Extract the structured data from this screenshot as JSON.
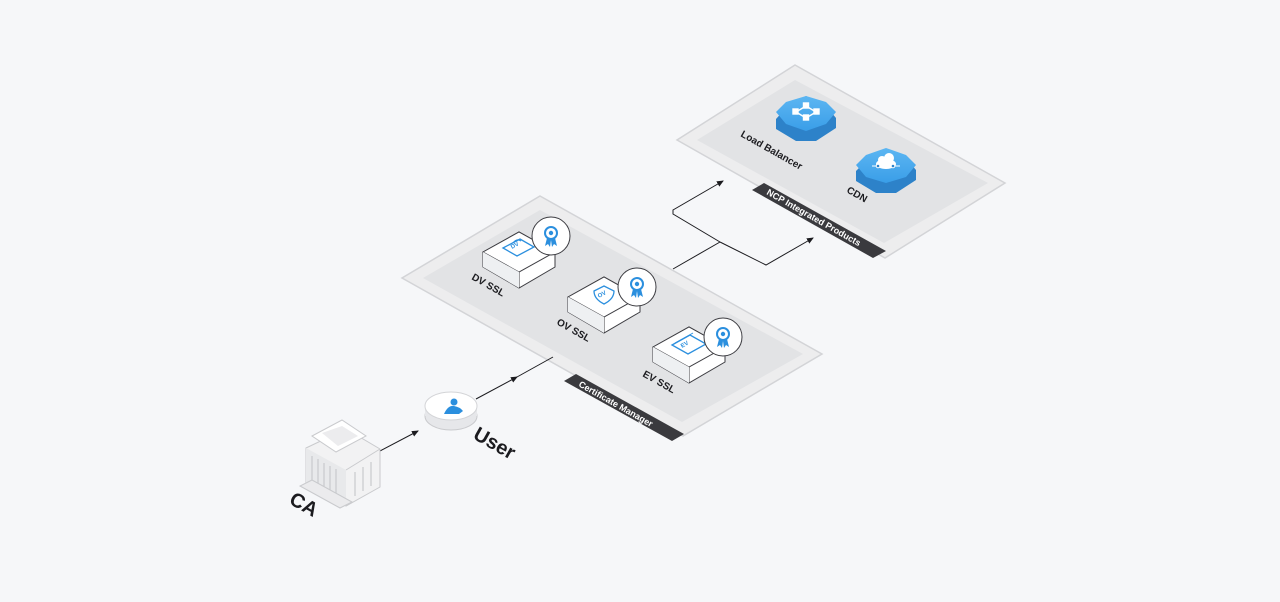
{
  "nodes": {
    "ca": "CA",
    "user": "User",
    "dv_ssl": "DV SSL",
    "ov_ssl": "OV SSL",
    "ev_ssl": "EV SSL",
    "load_balancer": "Load Balancer",
    "cdn": "CDN"
  },
  "groups": {
    "certificate_manager": "Certificate Manager",
    "ncp_products": "NCP Integrated Products"
  },
  "icon_badges": {
    "dv": "DV",
    "ov": "OV",
    "ev": "EV"
  },
  "colors": {
    "accent": "#3a9ee8",
    "tag": "#3a3a3e"
  }
}
